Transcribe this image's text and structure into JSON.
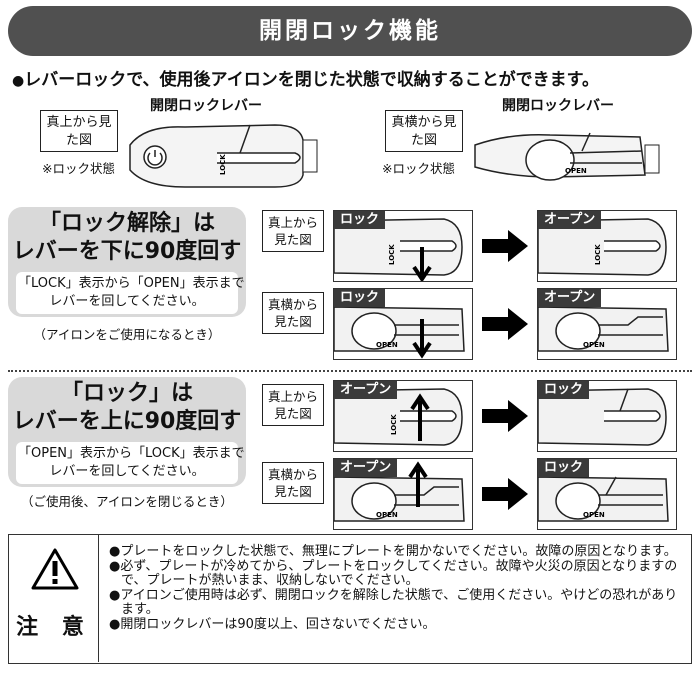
{
  "title": "開閉ロック機能",
  "lead": {
    "bullet": "●",
    "text": "レバーロックで、使用後アイロンを閉じた状態で収納することができます。"
  },
  "top_views": {
    "left": {
      "view_label": "真上から見た図",
      "note": "※ロック状態",
      "lever_label": "開閉ロックレバー",
      "device_text": "LOCK"
    },
    "right": {
      "view_label": "真横から見た図",
      "note": "※ロック状態",
      "lever_label": "開閉ロックレバー",
      "device_text": "OPEN"
    }
  },
  "sections": [
    {
      "title_line1": "「ロック解除」は",
      "title_line2": "レバーを下に90度回す",
      "inner_line1": "「LOCK」表示から「OPEN」表示まで",
      "inner_line2": "レバーを回してください。",
      "caption": "（アイロンをご使用になるとき）",
      "rows": [
        {
          "view_label": "真上から見た図",
          "before_tag": "ロック",
          "after_tag": "オープン",
          "device_text": "LOCK"
        },
        {
          "view_label": "真横から見た図",
          "before_tag": "ロック",
          "after_tag": "オープン",
          "device_text": "OPEN"
        }
      ]
    },
    {
      "title_line1": "「ロック」は",
      "title_line2": "レバーを上に90度回す",
      "inner_line1": "「OPEN」表示から「LOCK」表示まで",
      "inner_line2": "レバーを回してください。",
      "caption": "（ご使用後、アイロンを閉じるとき）",
      "rows": [
        {
          "view_label": "真上から見た図",
          "before_tag": "オープン",
          "after_tag": "ロック",
          "device_text": "LOCK"
        },
        {
          "view_label": "真横から見た図",
          "before_tag": "オープン",
          "after_tag": "ロック",
          "device_text": "OPEN"
        }
      ]
    }
  ],
  "caution": {
    "icon": "warning-triangle-icon",
    "word": "注 意",
    "items": [
      "●プレートをロックした状態で、無理にプレートを開かないでください。故障の原因となります。",
      "●必ず、プレートが冷めてから、プレートをロックしてください。故障や火災の原因となりますので、プレートが熱いまま、収納しないでください。",
      "●アイロンご使用時は必ず、開閉ロックを解除した状態で、ご使用ください。やけどの恐れがあります。",
      "●開閉ロックレバーは90度以上、回さないでください。"
    ]
  }
}
